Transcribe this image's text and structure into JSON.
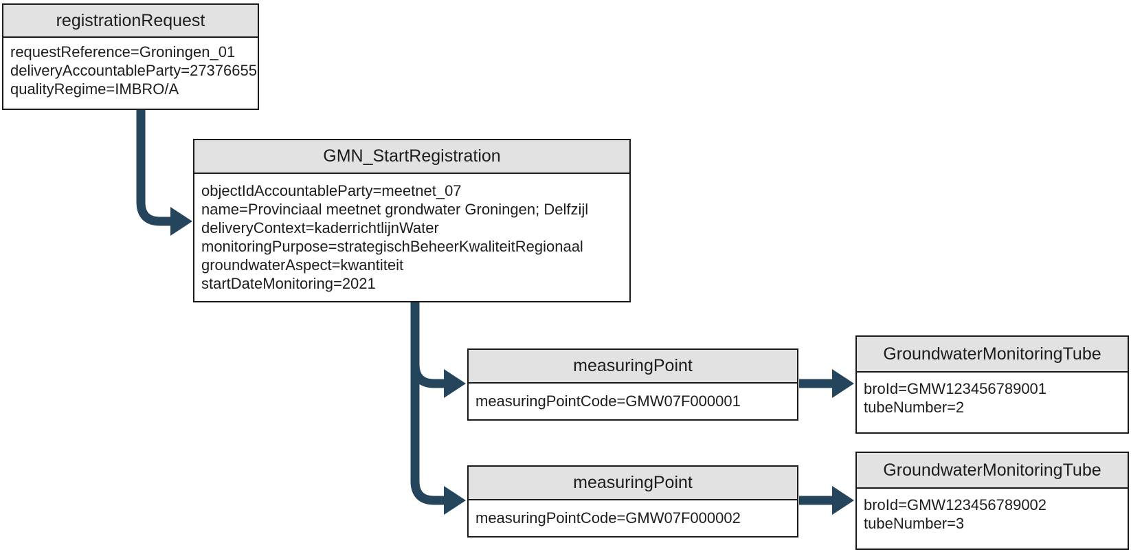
{
  "diagram": {
    "colors": {
      "arrow": "#24455c",
      "header_bg": "#e2e2e2",
      "border": "#1a1a1a"
    },
    "boxes": {
      "registration_request": {
        "title": "registrationRequest",
        "lines": [
          "requestReference=Groningen_01",
          "deliveryAccountableParty=27376655",
          "qualityRegime=IMBRO/A"
        ]
      },
      "gmn_start_registration": {
        "title": "GMN_StartRegistration",
        "lines": [
          "objectIdAccountableParty=meetnet_07",
          "name=Provinciaal meetnet grondwater Groningen; Delfzijl",
          "deliveryContext=kaderrichtlijnWater",
          "monitoringPurpose=strategischBeheerKwaliteitRegionaal",
          "groundwaterAspect=kwantiteit",
          "startDateMonitoring=2021"
        ]
      },
      "measuring_point_1": {
        "title": "measuringPoint",
        "lines": [
          "measuringPointCode=GMW07F000001"
        ]
      },
      "tube_1": {
        "title": "GroundwaterMonitoringTube",
        "lines": [
          "broId=GMW123456789001",
          "tubeNumber=2"
        ]
      },
      "measuring_point_2": {
        "title": "measuringPoint",
        "lines": [
          "measuringPointCode=GMW07F000002"
        ]
      },
      "tube_2": {
        "title": "GroundwaterMonitoringTube",
        "lines": [
          "broId=GMW123456789002",
          "tubeNumber=3"
        ]
      }
    }
  }
}
